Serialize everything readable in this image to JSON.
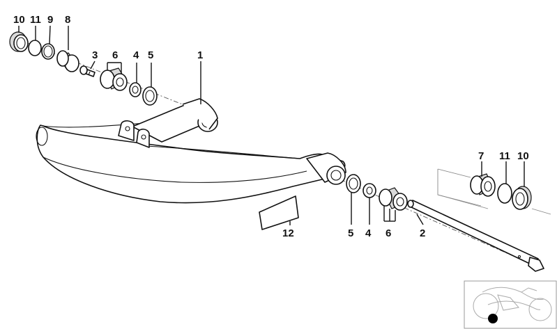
{
  "diagram": {
    "callouts": [
      {
        "id": "c10a",
        "text": "10"
      },
      {
        "id": "c11a",
        "text": "11"
      },
      {
        "id": "c9",
        "text": "9"
      },
      {
        "id": "c8",
        "text": "8"
      },
      {
        "id": "c3",
        "text": "3"
      },
      {
        "id": "c6a",
        "text": "6"
      },
      {
        "id": "c4a",
        "text": "4"
      },
      {
        "id": "c5a",
        "text": "5"
      },
      {
        "id": "c1",
        "text": "1"
      },
      {
        "id": "c7",
        "text": "7"
      },
      {
        "id": "c11b",
        "text": "11"
      },
      {
        "id": "c10b",
        "text": "10"
      },
      {
        "id": "c12",
        "text": "12"
      },
      {
        "id": "c5b",
        "text": "5"
      },
      {
        "id": "c4b",
        "text": "4"
      },
      {
        "id": "c6b",
        "text": "6"
      },
      {
        "id": "c2",
        "text": "2"
      }
    ]
  }
}
